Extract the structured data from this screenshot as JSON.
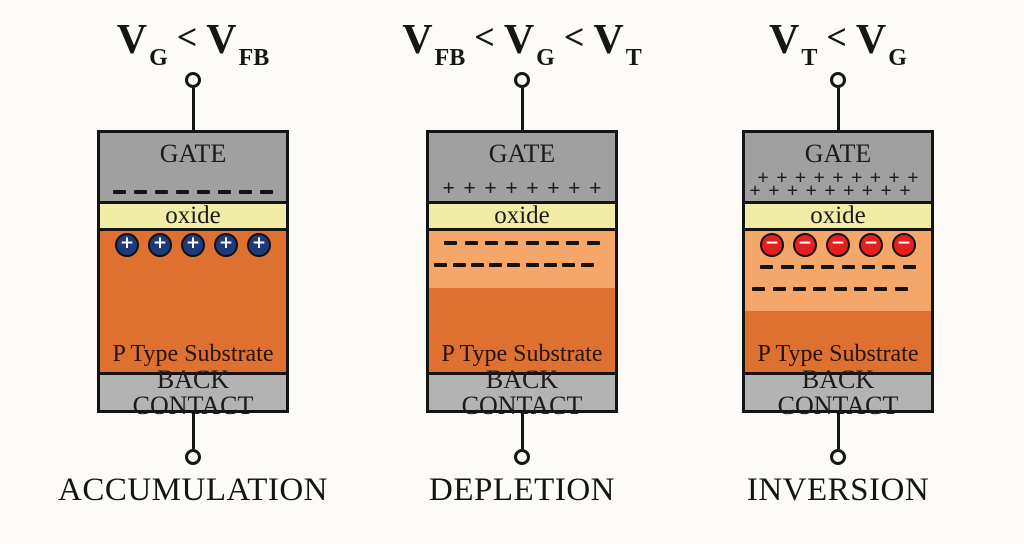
{
  "figure": {
    "description_colors": {
      "background": "#fcfbf8",
      "gate_gray": "#a0a0a0",
      "oxide_yellow": "#f1eda6",
      "substrate_orange": "#de7030",
      "depletion_light_orange": "#f4a768",
      "back_contact_gray": "#b3b3b3",
      "outline_black": "#141414",
      "hole_blue": "#1d3a7a",
      "electron_red": "#e51e20"
    }
  },
  "panels": [
    {
      "name": "accumulation",
      "formula": [
        {
          "t": "V",
          "sub": "G"
        },
        {
          "t": "<"
        },
        {
          "t": "V",
          "sub": "FB"
        }
      ],
      "gate_label": "GATE",
      "oxide_label": "oxide",
      "substrate_label": "P Type Substrate",
      "back_contact_label": "BACK CONTACT",
      "state_label": "ACCUMULATION",
      "gate_charge_rows": [
        {
          "symbol": "-",
          "count": 8
        }
      ],
      "carriers": {
        "count": 5,
        "symbol": "+",
        "fill": "#1d3a7a"
      },
      "substrate_dash_rows": [],
      "depletion_height": 0
    },
    {
      "name": "depletion",
      "formula": [
        {
          "t": "V",
          "sub": "FB"
        },
        {
          "t": "<"
        },
        {
          "t": "V",
          "sub": "G"
        },
        {
          "t": "<"
        },
        {
          "t": "V",
          "sub": "T"
        }
      ],
      "gate_label": "GATE",
      "oxide_label": "oxide",
      "substrate_label": "P Type Substrate",
      "back_contact_label": "BACK CONTACT",
      "state_label": "DEPLETION",
      "gate_charge_rows": [
        {
          "symbol": "+",
          "count": 8
        }
      ],
      "carriers": null,
      "substrate_dash_rows": [
        {
          "symbol": "-",
          "count": 8
        },
        {
          "symbol": "-",
          "count": 9
        }
      ],
      "depletion_height": 57
    },
    {
      "name": "inversion",
      "formula": [
        {
          "t": "V",
          "sub": "T"
        },
        {
          "t": "<"
        },
        {
          "t": "V",
          "sub": "G"
        }
      ],
      "gate_label": "GATE",
      "oxide_label": "oxide",
      "substrate_label": "P Type Substrate",
      "back_contact_label": "BACK CONTACT",
      "state_label": "INVERSION",
      "gate_charge_rows": [
        {
          "symbol": "+",
          "count": 9
        },
        {
          "symbol": "+",
          "count": 9
        }
      ],
      "carriers": {
        "count": 5,
        "symbol": "−",
        "fill": "#e51e20"
      },
      "substrate_dash_rows": [
        {
          "symbol": "-",
          "count": 8
        },
        {
          "symbol": "-",
          "count": 8
        }
      ],
      "depletion_height": 80
    }
  ]
}
